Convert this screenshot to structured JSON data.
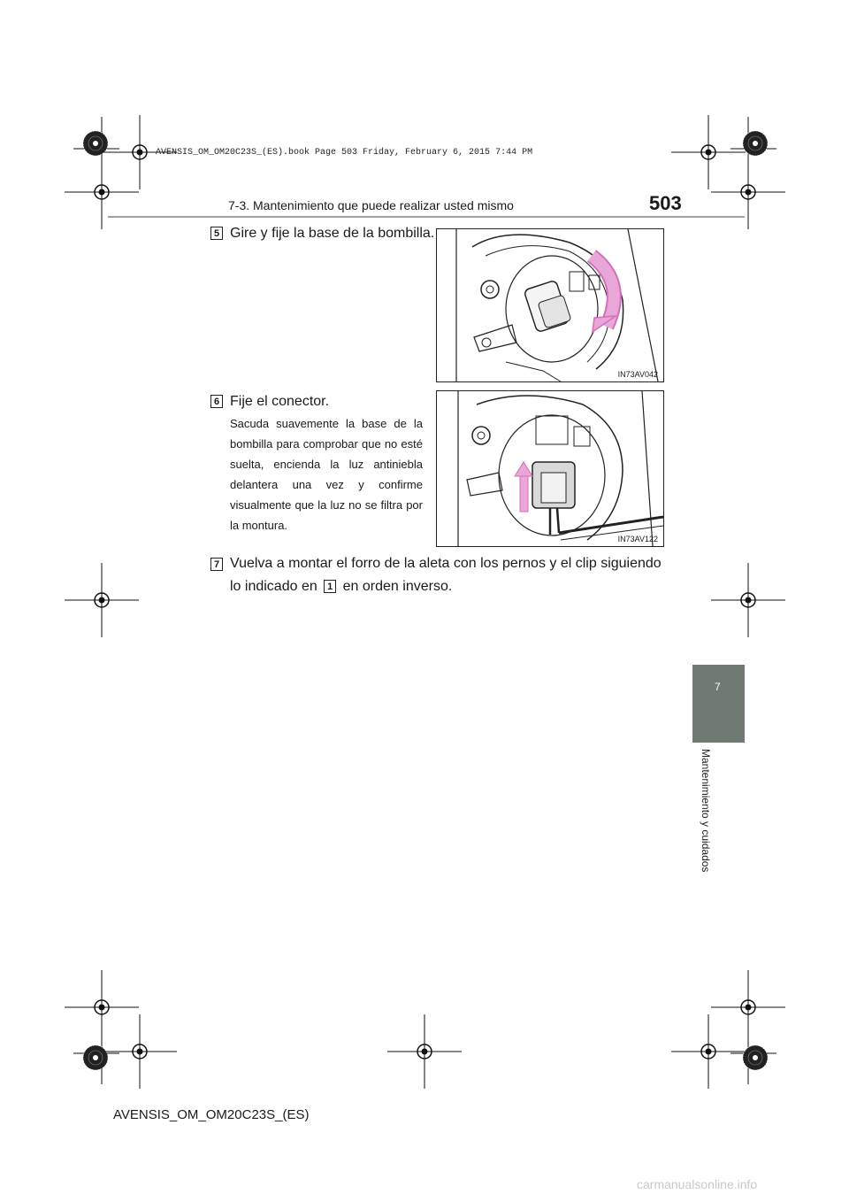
{
  "book_line": "AVENSIS_OM_OM20C23S_(ES).book  Page 503  Friday, February 6, 2015  7:44 PM",
  "header": {
    "section_title": "7-3. Mantenimiento que puede realizar usted mismo",
    "page_number": "503"
  },
  "steps": [
    {
      "number": "5",
      "text": "Gire y fije la base de la bombilla.",
      "figure_code": "IN73AV042"
    },
    {
      "number": "6",
      "text": "Fije el conector.",
      "note": "Sacuda suavemente la base de la bombilla para comprobar que no esté suelta, encienda la luz antiniebla delantera una vez y confirme visualmente que la luz no se filtra por la montura.",
      "figure_code": "IN73AV122"
    },
    {
      "number": "7",
      "text_before": "Vuelva a montar el forro de la aleta con los pernos y el clip siguiendo lo indicado en",
      "ref_number": "1",
      "text_after": "en orden inverso."
    }
  ],
  "side_tab": {
    "chapter_number": "7",
    "chapter_title": "Mantenimiento y cuidados"
  },
  "footer": {
    "manual_code": "AVENSIS_OM_OM20C23S_(ES)"
  },
  "watermark": "carmanualsonline.info",
  "colors": {
    "tab": "#6e7a72",
    "rule": "#9aa39c",
    "arrow": "#e9a6d9"
  }
}
